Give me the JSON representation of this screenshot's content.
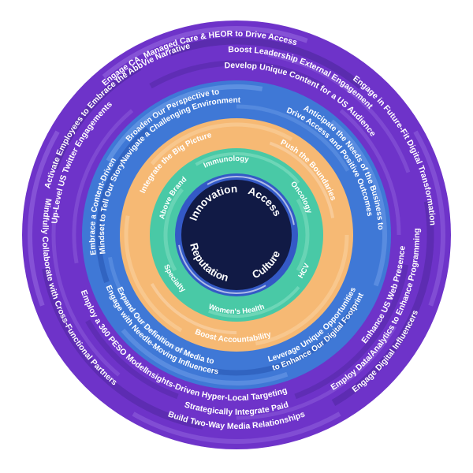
{
  "colors": {
    "outer_purple": "#6e33c9",
    "outer_purple_light": "#8e5fdc",
    "outer_purple_dark": "#552aa8",
    "blue": "#3f78d6",
    "blue_light": "#6a9ae6",
    "blue_dark": "#2c5bb8",
    "orange": "#f6b974",
    "orange_light": "#f9cd98",
    "green": "#49c9a6",
    "green_light": "#7ddcbf",
    "core_ring": "#3459c6",
    "core_center": "#111a45",
    "label": "#ffffff"
  },
  "core": {
    "labels": [
      "Innovation",
      "Access",
      "Culture",
      "Reputation"
    ]
  },
  "green_ring": {
    "labels": [
      "Immunology",
      "Oncology",
      "HCV",
      "Women's Health",
      "Specialty",
      "Above Brand"
    ]
  },
  "orange_ring": {
    "labels": [
      "Integrate the Big Picture",
      "Push the Boundaries",
      "Boost Accountability"
    ]
  },
  "blue_ring": {
    "labels": [
      "Broaden Our Perspective to",
      "Navigate a Challenging Environment",
      "Anticipate the Needs of the Business to",
      "Drive Access and Positive Outcomes",
      "Leverage Unique Opportunities",
      "to Enhance Our Digital Footprint",
      "Expand Our Definition of Media to",
      "Engage with Needle-Moving Influencers",
      "Embrace a Content-Driven",
      "Mindset to Tell Our Story"
    ]
  },
  "outer_ring": {
    "labels": [
      "Engage CA, Managed Care & HEOR to Drive Access",
      "Boost Leadership External Engagement",
      "Develop Unique Content for a US Audience",
      "Engage in Future-Fit Digital Transformation",
      "Enhance US Web Presence",
      "Employ Data/Analytics to Enhance Programming",
      "Engage Digital Influencers",
      "Build Two-Way Media Relationships",
      "Strategically Integrate Paid",
      "Insights-Driven Hyper-Local Targeting",
      "Employ a 360 PESO Model",
      "Mindfully Collaborate with Cross-Functional Partners",
      "Up-Level US Twitter Engagements",
      "Activate Employees to Embrace the AbbVie Narrative"
    ]
  }
}
